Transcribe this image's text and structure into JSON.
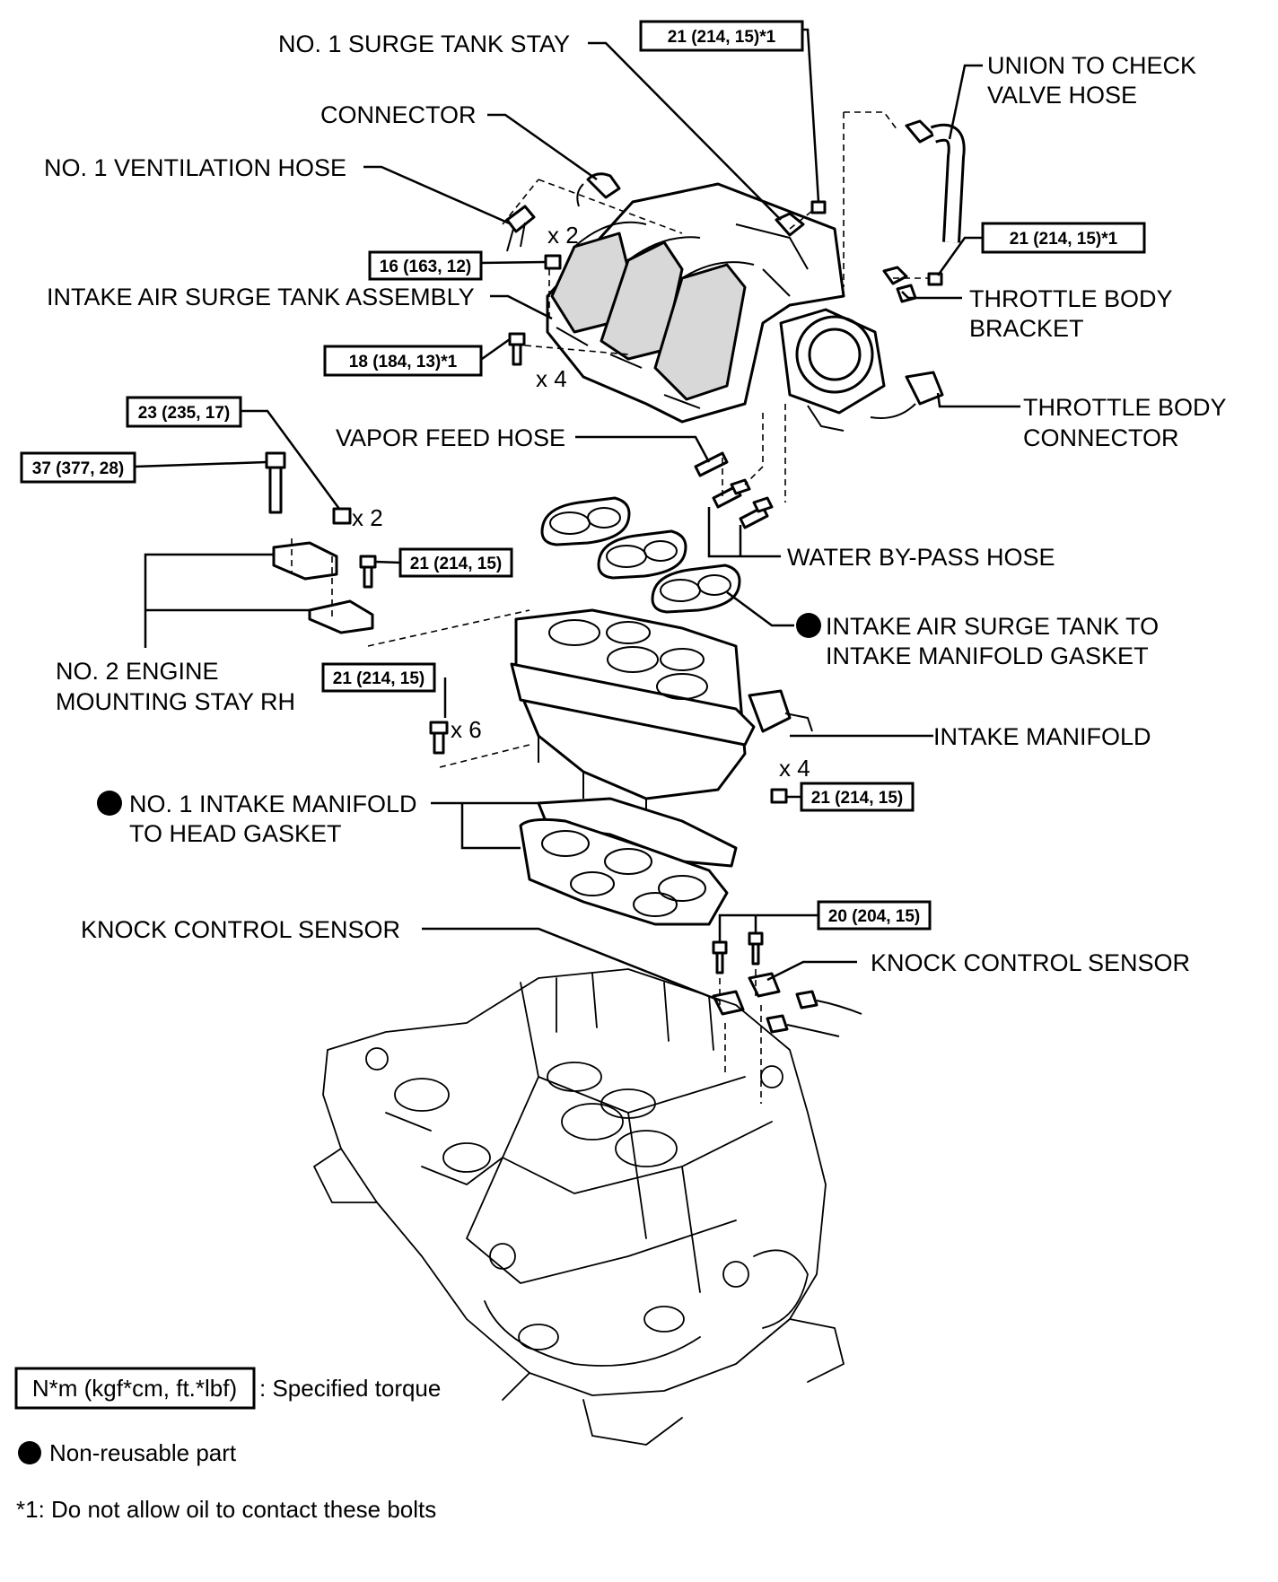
{
  "labels": {
    "surge_tank_stay": "NO. 1 SURGE TANK STAY",
    "connector": "CONNECTOR",
    "ventilation_hose": "NO. 1 VENTILATION HOSE",
    "surge_tank_assembly": "INTAKE AIR SURGE TANK ASSEMBLY",
    "union_hose_line1": "UNION TO CHECK",
    "union_hose_line2": "VALVE HOSE",
    "throttle_bracket_line1": "THROTTLE BODY",
    "throttle_bracket_line2": "BRACKET",
    "throttle_connector_line1": "THROTTLE BODY",
    "throttle_connector_line2": "CONNECTOR",
    "vapor_feed_hose": "VAPOR FEED HOSE",
    "water_bypass_hose": "WATER BY-PASS HOSE",
    "surge_gasket_line1": "INTAKE AIR SURGE TANK TO",
    "surge_gasket_line2": "INTAKE MANIFOLD GASKET",
    "mounting_stay_line1": "NO. 2 ENGINE",
    "mounting_stay_line2": "MOUNTING STAY RH",
    "intake_manifold": "INTAKE MANIFOLD",
    "head_gasket_line1": "NO. 1 INTAKE MANIFOLD",
    "head_gasket_line2": "TO HEAD GASKET",
    "knock_sensor_left": "KNOCK CONTROL SENSOR",
    "knock_sensor_right": "KNOCK CONTROL SENSOR"
  },
  "torques": {
    "stay_bolt": "21 (214, 15)*1",
    "bracket_bolt": "21 (214, 15)*1",
    "surge_nut": "16 (163, 12)",
    "surge_bolt": "18 (184, 13)*1",
    "mount_nut": "23 (235, 17)",
    "mount_bolt": "37 (377, 28)",
    "mount_small_bolt": "21 (214, 15)",
    "manifold_bolt": "21 (214, 15)",
    "manifold_nut": "21 (214, 15)",
    "knock_bolt": "20 (204, 15)"
  },
  "quantities": {
    "surge_nut": "x 2",
    "surge_bolt": "x 4",
    "mount_nut": "x 2",
    "manifold_bolt": "x 6",
    "manifold_nut": "x 4"
  },
  "legend": {
    "torque_box": "N*m (kgf*cm, ft.*lbf)",
    "torque_desc": ": Specified torque",
    "nonreusable": "Non-reusable part",
    "note": "*1: Do not allow oil to contact these bolts"
  }
}
